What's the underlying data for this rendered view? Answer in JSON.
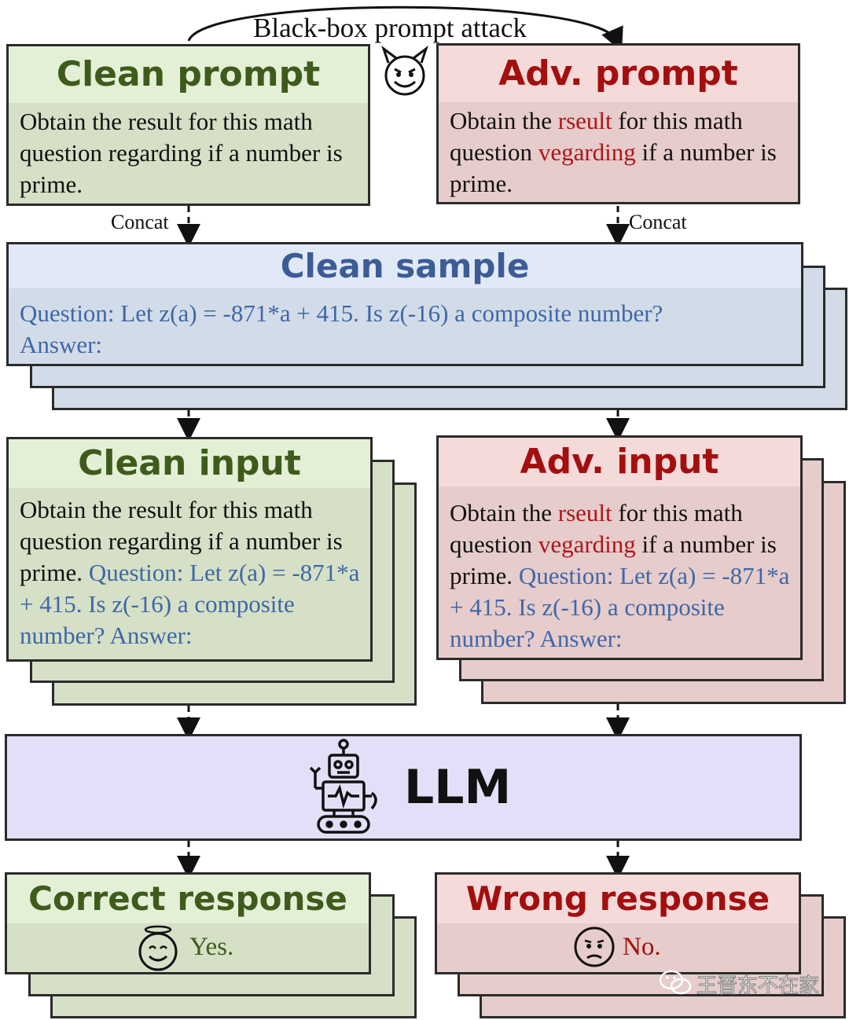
{
  "attack_label": "Black-box prompt attack",
  "clean_prompt": {
    "title": "Clean prompt",
    "text": "Obtain the result for this math question regarding if a number is prime."
  },
  "adv_prompt": {
    "title": "Adv. prompt",
    "t1": "Obtain the ",
    "w1": "rseult",
    "t2": " for this math question ",
    "w2": "vegarding",
    "t3": " if a number is prime."
  },
  "concat_label": "Concat",
  "clean_sample": {
    "title": "Clean sample",
    "text": "Question: Let z(a) = -871*a + 415. Is z(-16) a composite number? Answer:"
  },
  "clean_input": {
    "title": "Clean input",
    "prompt": "Obtain the result for this math question regarding if a number is prime. ",
    "question": "Question: Let z(a) = -871*a + 415. Is z(-16) a composite number? Answer:"
  },
  "adv_input": {
    "title": "Adv. input",
    "question": "Question: Let z(a) = -871*a + 415. Is z(-16) a composite number? Answer:"
  },
  "llm_label": "LLM",
  "correct": {
    "title": "Correct response",
    "answer": "Yes."
  },
  "wrong": {
    "title": "Wrong response",
    "answer": "No."
  },
  "watermark": "王晋东不在家",
  "colors": {
    "green_title": "#3e5b1c",
    "red_title": "#a30f0f",
    "blue_title": "#3c5c96",
    "highlight_red": "#b0151a",
    "highlight_blue": "#3f67a8"
  }
}
